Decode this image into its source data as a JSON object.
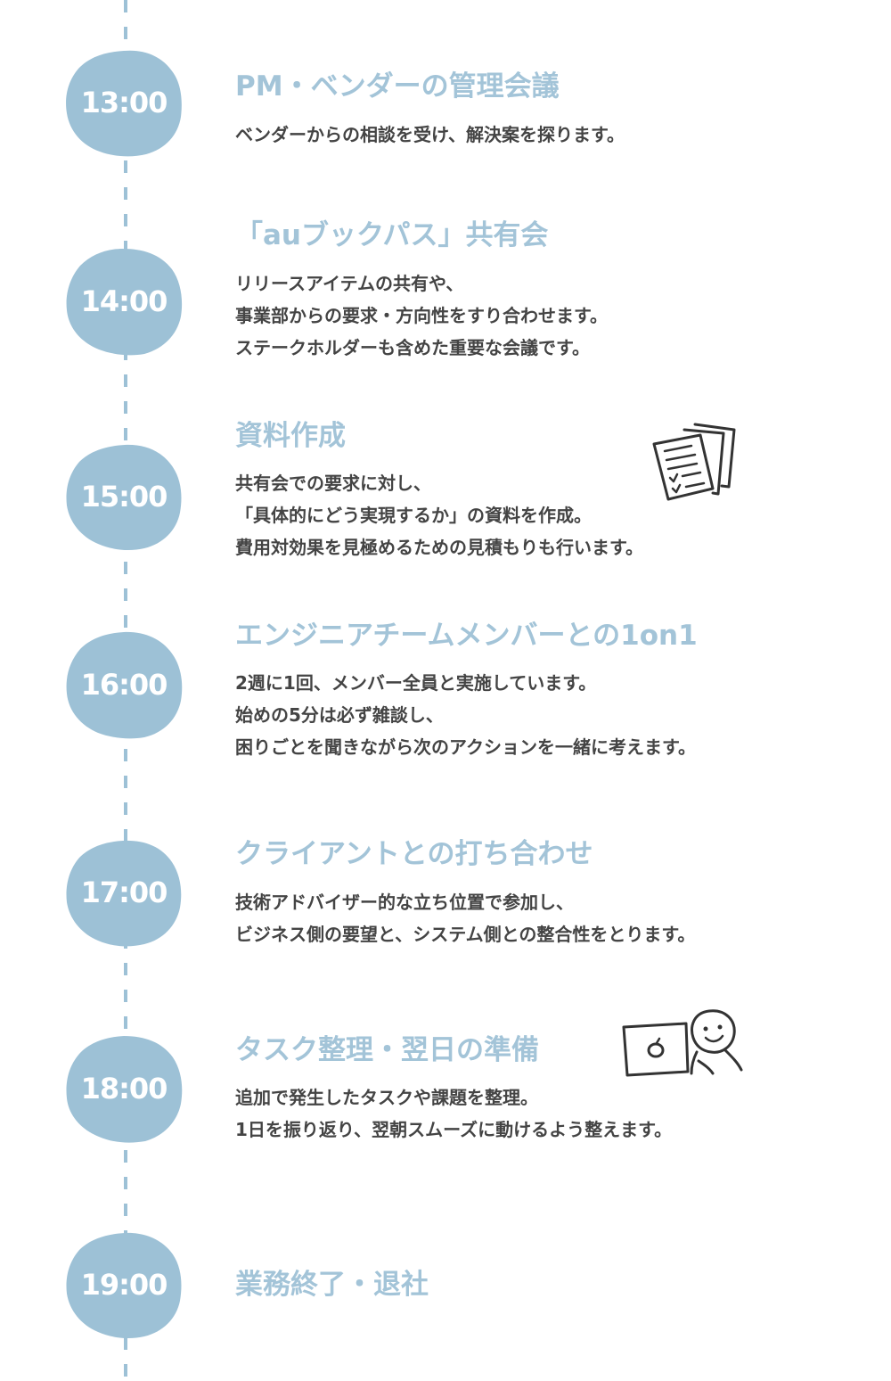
{
  "colors": {
    "bubble": "#9dc1d6",
    "title": "#a3c4d8",
    "text": "#444444"
  },
  "icons": [
    "documents-checklist-icon",
    "person-with-laptop-icon"
  ],
  "entries": [
    {
      "time": "13:00",
      "title": "PM・ベンダーの管理会議",
      "lines": [
        "ベンダーからの相談を受け、解決案を探ります。"
      ]
    },
    {
      "time": "14:00",
      "title": "「auブックパス」共有会",
      "lines": [
        "リリースアイテムの共有や、",
        "事業部からの要求・方向性をすり合わせます。",
        "ステークホルダーも含めた重要な会議です。"
      ]
    },
    {
      "time": "15:00",
      "title": "資料作成",
      "lines": [
        "共有会での要求に対し、",
        "「具体的にどう実現するか」の資料を作成。",
        "費用対効果を見極めるための見積もりも行います。"
      ]
    },
    {
      "time": "16:00",
      "title": "エンジニアチームメンバーとの1on1",
      "lines": [
        "2週に1回、メンバー全員と実施しています。",
        "始めの5分は必ず雑談し、",
        "困りごとを聞きながら次のアクションを一緒に考えます。"
      ]
    },
    {
      "time": "17:00",
      "title": "クライアントとの打ち合わせ",
      "lines": [
        "技術アドバイザー的な立ち位置で参加し、",
        "ビジネス側の要望と、システム側との整合性をとります。"
      ]
    },
    {
      "time": "18:00",
      "title": "タスク整理・翌日の準備",
      "lines": [
        "追加で発生したタスクや課題を整理。",
        "1日を振り返り、翌朝スムーズに動けるよう整えます。"
      ]
    },
    {
      "time": "19:00",
      "title": "業務終了・退社",
      "lines": []
    }
  ]
}
